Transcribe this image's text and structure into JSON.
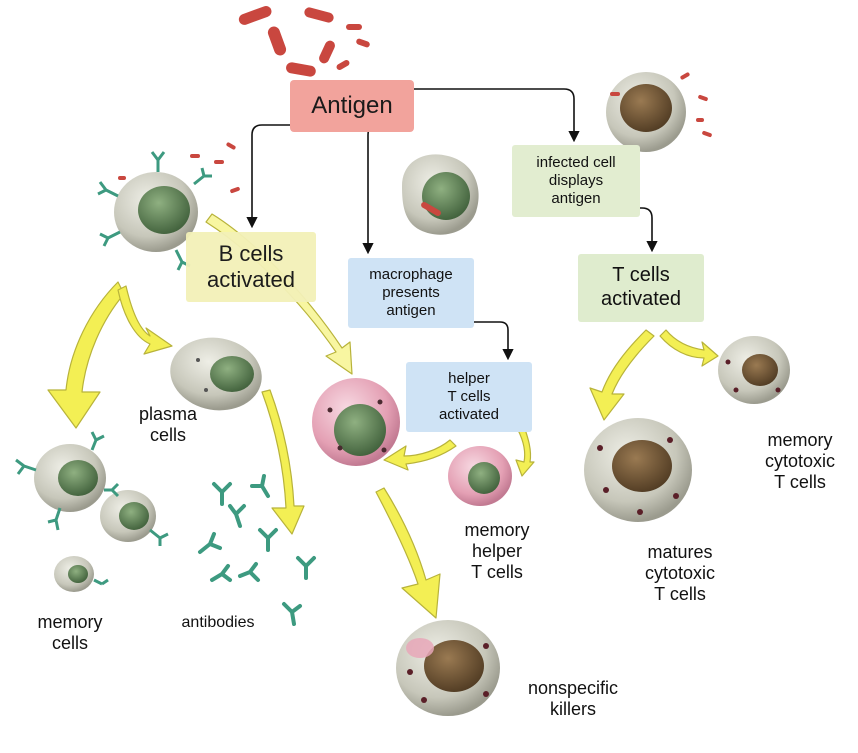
{
  "nodes": {
    "antigen": "Antigen",
    "b_cells": "B cells\nactivated",
    "macrophage": "macrophage\npresents\nantigen",
    "helper": "helper\nT cells\nactivated",
    "infected": "infected cell\ndisplays\nantigen",
    "t_cells": "T cells\nactivated"
  },
  "labels": {
    "plasma": "plasma\ncells",
    "memory": "memory\ncells",
    "antibodies": "antibodies",
    "memory_helper": "memory\nhelper\nT cells",
    "matures": "matures\ncytotoxic\nT cells",
    "memory_cytotoxic": "memory\ncytotoxic\nT cells",
    "nonspecific": "nonspecific\nkillers"
  },
  "colors": {
    "antigen_box": "#f2a39c",
    "b_cell_box": "#f3f1b8",
    "helper_box": "#cfe3f5",
    "t_cell_box": "#dfecce",
    "arrow_yellow": "#f3ef54",
    "antibody": "#3d9a80",
    "bacteria": "#c9473f",
    "cell_gray": "#cfcfc3",
    "cell_pink": "#e7a7b8",
    "nucleus_green": "#5c8052",
    "nucleus_brown": "#6b5233"
  }
}
